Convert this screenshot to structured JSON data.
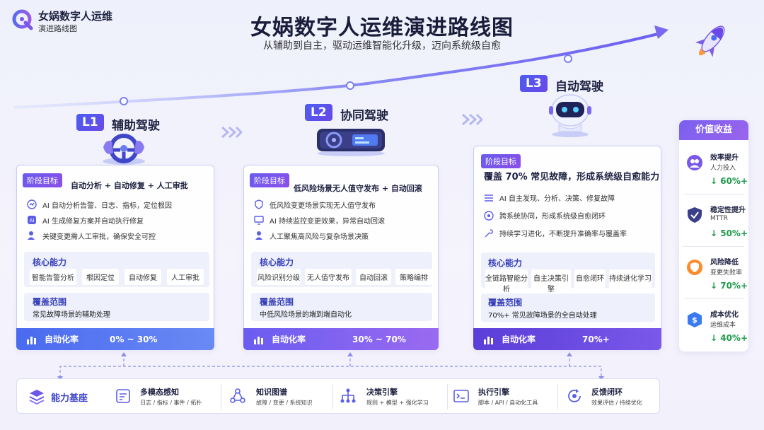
{
  "brand": {
    "title": "女娲数字人运维",
    "subtitle": "演进路线图"
  },
  "header": {
    "title": "女娲数字人运维演进路线图",
    "subtitle": "从辅助到自主，驱动运维智能化升级，迈向系统级自愈"
  },
  "levels": [
    {
      "tag": "L1",
      "name": "辅助驾驶",
      "goal_badge": "阶段目标",
      "goal": "自动分析 + 自动修复 + 人工审批",
      "bullets": [
        "AI 自动分析告警、日志、指标，定位根因",
        "AI 生成修复方案并自动执行修复",
        "关键变更需人工审批，确保安全可控"
      ],
      "capability_title": "核心能力",
      "capabilities": [
        "智能告警分析",
        "根因定位",
        "自动修复",
        "人工审批"
      ],
      "coverage_title": "覆盖范围",
      "coverage": "常见故障场景的辅助处理",
      "rate_label": "自动化率",
      "rate": "0% ~ 30%"
    },
    {
      "tag": "L2",
      "name": "协同驾驶",
      "goal_badge": "阶段目标",
      "goal": "低风险场景无人值守发布 + 自动回滚",
      "bullets": [
        "低风险变更场景实现无人值守发布",
        "AI 持续监控变更效果，异常自动回滚",
        "人工聚焦高风险与复杂场景决策"
      ],
      "capability_title": "核心能力",
      "capabilities": [
        "风险识别分级",
        "无人值守发布",
        "自动回滚",
        "策略编排"
      ],
      "coverage_title": "覆盖范围",
      "coverage": "中低风险场景的端到端自动化",
      "rate_label": "自动化率",
      "rate": "30% ~ 70%"
    },
    {
      "tag": "L3",
      "name": "自动驾驶",
      "goal_badge": "阶段目标",
      "goal": "覆盖 70% 常见故障，形成系统级自愈能力",
      "bullets": [
        "AI 自主发现、分析、决策、修复故障",
        "跨系统协同，形成系统级自愈闭环",
        "持续学习进化，不断提升准确率与覆盖率"
      ],
      "capability_title": "核心能力",
      "capabilities": [
        "全链路智能分析",
        "自主决策引擎",
        "自愈闭环",
        "持续进化学习"
      ],
      "coverage_title": "覆盖范围",
      "coverage": "70%+ 常见故障场景的全自动处理",
      "rate_label": "自动化率",
      "rate": "70%+"
    }
  ],
  "value_panel": {
    "title": "价值收益",
    "items": [
      {
        "title": "效率提升",
        "sub": "人力投入",
        "value": "↓ 60%+"
      },
      {
        "title": "稳定性提升",
        "sub": "MTTR",
        "value": "↓ 50%+"
      },
      {
        "title": "风险降低",
        "sub": "变更失败率",
        "value": "↓ 70%+"
      },
      {
        "title": "成本优化",
        "sub": "运维成本",
        "value": "↓ 40%+"
      }
    ]
  },
  "base": {
    "title": "能力基座",
    "items": [
      {
        "title": "多模态感知",
        "sub": "日志 / 指标 / 事件 / 拓扑"
      },
      {
        "title": "知识图谱",
        "sub": "故障 / 变更 / 系统知识"
      },
      {
        "title": "决策引擎",
        "sub": "规则 + 模型 + 强化学习"
      },
      {
        "title": "执行引擎",
        "sub": "脚本 / API / 自动化工具"
      },
      {
        "title": "反馈闭环",
        "sub": "效果评估 / 持续优化"
      }
    ]
  },
  "colors": {
    "accent": "#5a4ee8",
    "blue": "#4a6af0",
    "green": "#1e9a4a"
  }
}
